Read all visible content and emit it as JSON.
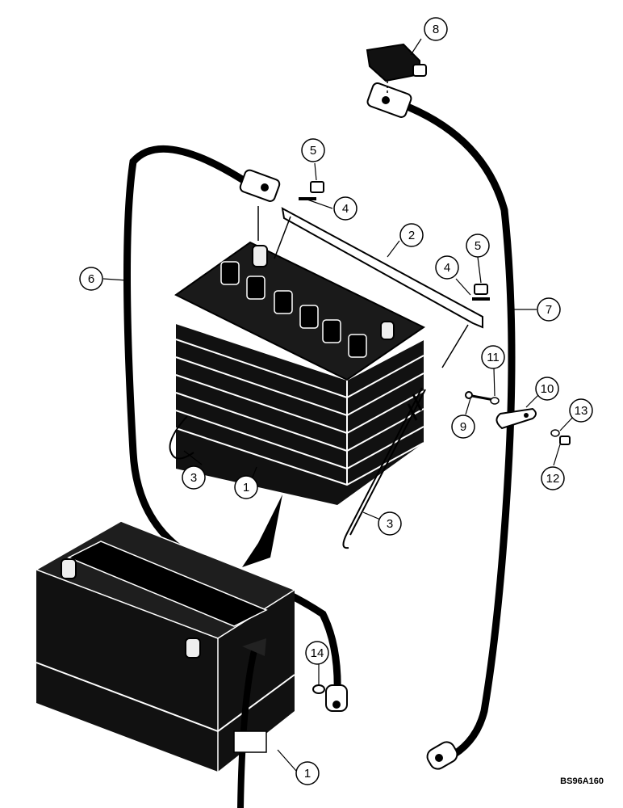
{
  "figure_code": "BS96A160",
  "callouts": [
    "1",
    "1",
    "2",
    "3",
    "3",
    "4",
    "4",
    "5",
    "5",
    "6",
    "7",
    "8",
    "9",
    "10",
    "11",
    "12",
    "13",
    "14"
  ]
}
